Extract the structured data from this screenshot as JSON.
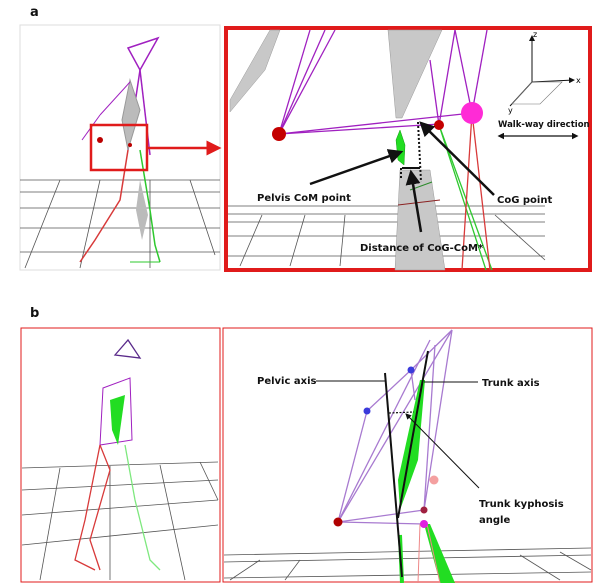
{
  "panels": {
    "a": {
      "label": "a",
      "annotations": {
        "pelvis_com": "Pelvis CoM point",
        "cog": "CoG point",
        "distance": "Distance of CoG-CoM*",
        "walkway": "Walk-way direction"
      },
      "axes": {
        "z": "z",
        "x": "x",
        "y": "y"
      }
    },
    "b": {
      "label": "b",
      "annotations": {
        "pelvic_axis": "Pelvic axis",
        "trunk_axis": "Trunk axis",
        "kyphosis_line1": "Trunk kyphosis",
        "kyphosis_line2": "angle"
      }
    }
  },
  "colors": {
    "highlight": "#e01b1b",
    "pelvis": "#a020c0",
    "left": "#2ec82e",
    "right": "#d83a3a",
    "cog": "#ff2bd6"
  }
}
